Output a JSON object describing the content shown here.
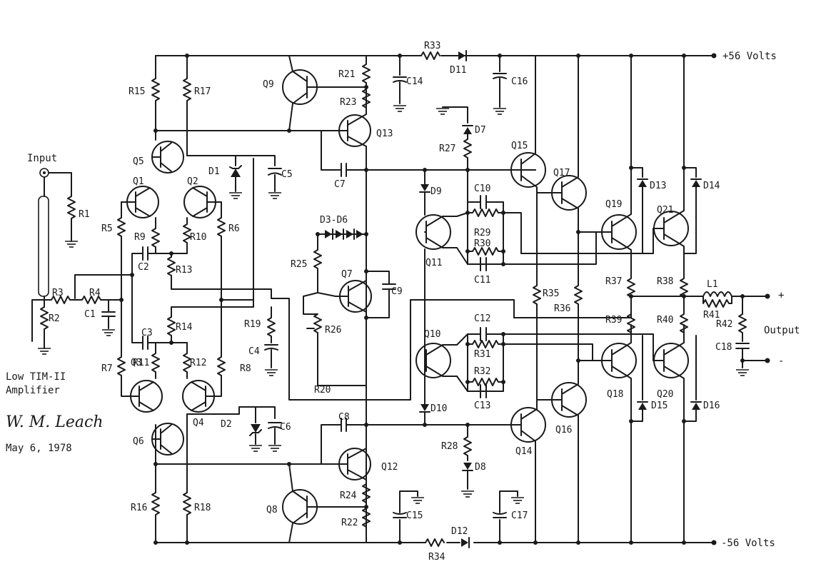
{
  "title_block": {
    "line1": "Low TIM-II",
    "line2": "Amplifier",
    "author": "W. M. Leach",
    "date": "May 6, 1978"
  },
  "rails": {
    "positive": "+56 Volts",
    "negative": "-56 Volts"
  },
  "io": {
    "input": "Input",
    "output": "Output",
    "plus": "+",
    "minus": "-"
  },
  "groups": {
    "diode_string": "D3-D6"
  },
  "transistors": [
    "Q1",
    "Q2",
    "Q3",
    "Q4",
    "Q5",
    "Q6",
    "Q7",
    "Q8",
    "Q9",
    "Q10",
    "Q11",
    "Q12",
    "Q13",
    "Q14",
    "Q15",
    "Q16",
    "Q17",
    "Q18",
    "Q19",
    "Q20",
    "Q21"
  ],
  "resistors": [
    "R1",
    "R2",
    "R3",
    "R4",
    "R5",
    "R6",
    "R7",
    "R8",
    "R9",
    "R10",
    "R11",
    "R12",
    "R13",
    "R14",
    "R15",
    "R16",
    "R17",
    "R18",
    "R19",
    "R20",
    "R21",
    "R22",
    "R23",
    "R24",
    "R25",
    "R26",
    "R27",
    "R28",
    "R29",
    "R30",
    "R31",
    "R32",
    "R33",
    "R34",
    "R35",
    "R36",
    "R37",
    "R38",
    "R39",
    "R40",
    "R41",
    "R42"
  ],
  "capacitors": [
    "C1",
    "C2",
    "C3",
    "C4",
    "C5",
    "C6",
    "C7",
    "C8",
    "C9",
    "C10",
    "C11",
    "C12",
    "C13",
    "C14",
    "C15",
    "C16",
    "C17",
    "C18"
  ],
  "diodes": [
    "D1",
    "D2",
    "D7",
    "D8",
    "D9",
    "D10",
    "D11",
    "D12",
    "D13",
    "D14",
    "D15",
    "D16"
  ],
  "inductors": [
    "L1"
  ]
}
